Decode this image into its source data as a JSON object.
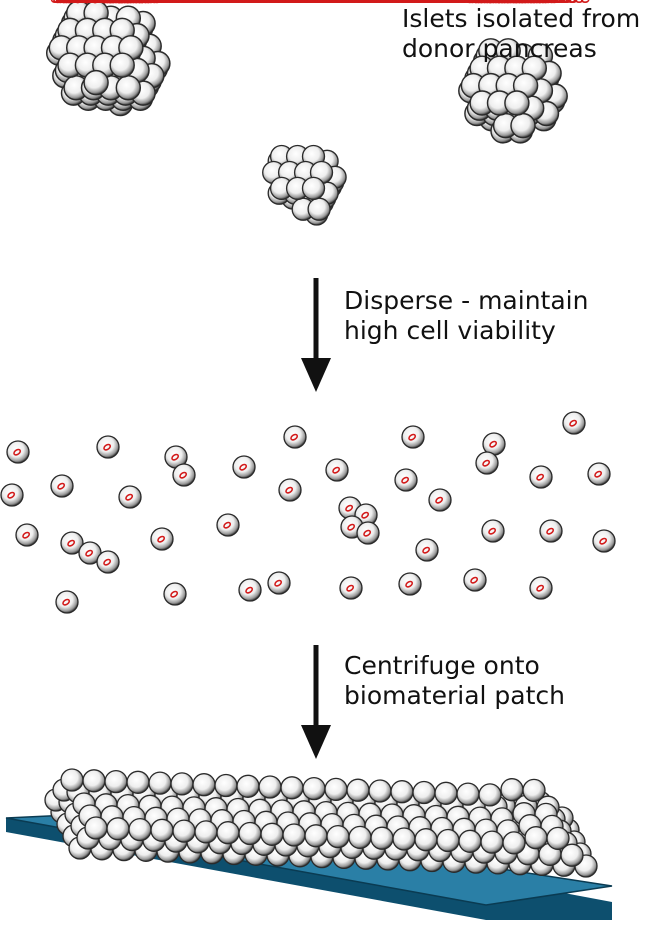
{
  "labels": {
    "step1": {
      "line1": "Islets isolated from",
      "line2": "donor pancreas"
    },
    "step2": {
      "line1": "Disperse - maintain",
      "line2": "high cell viability"
    },
    "step3": {
      "line1": "Centrifuge onto",
      "line2": "biomaterial patch"
    }
  },
  "colors": {
    "cell_rim": "#2a2a2a",
    "cell_body": "#e9e9e9",
    "nucleus": "#d21a1a",
    "arrow": "#111111",
    "patch_top": "#2a7fa6",
    "patch_side": "#0d4f6e",
    "text": "#111111"
  },
  "icons": [
    "cell-icon",
    "islet-cluster-icon",
    "down-arrow-icon",
    "biomaterial-patch-icon"
  ]
}
